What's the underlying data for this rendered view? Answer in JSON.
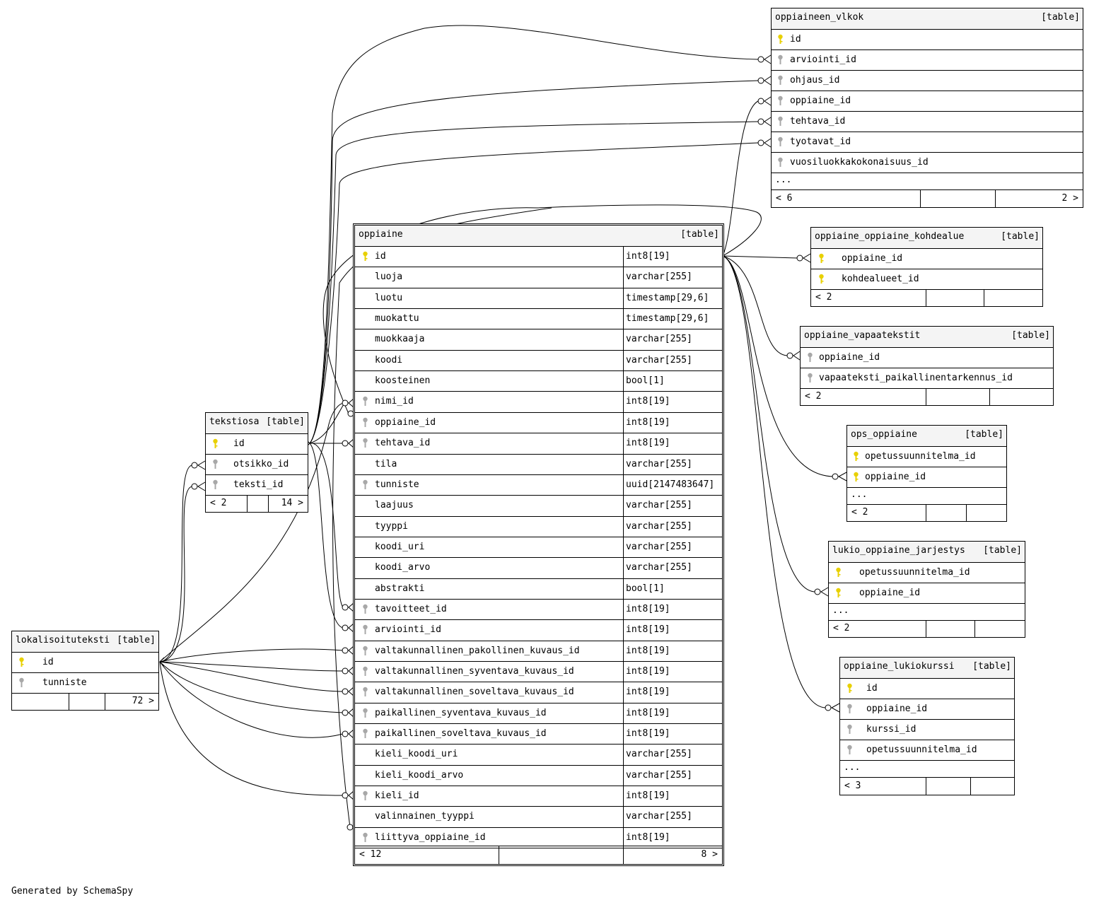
{
  "generated_by": "Generated by SchemaSpy",
  "key_colors": {
    "primary": "#e8d000",
    "foreign": "#a8a8a8"
  },
  "tables": {
    "oppiaineen_vlkok": {
      "name": "oppiaineen_vlkok",
      "tag": "[table]",
      "columns": [
        {
          "name": "id",
          "key": "pk"
        },
        {
          "name": "arviointi_id",
          "key": "fk"
        },
        {
          "name": "ohjaus_id",
          "key": "fk"
        },
        {
          "name": "oppiaine_id",
          "key": "fk"
        },
        {
          "name": "tehtava_id",
          "key": "fk"
        },
        {
          "name": "tyotavat_id",
          "key": "fk"
        },
        {
          "name": "vuosiluokkakokonaisuus_id",
          "key": "fk"
        }
      ],
      "more": "...",
      "footer_left": "< 6",
      "footer_right": "2 >"
    },
    "oppiaine": {
      "name": "oppiaine",
      "tag": "[table]",
      "columns": [
        {
          "name": "id",
          "type": "int8[19]",
          "key": "pk"
        },
        {
          "name": "luoja",
          "type": "varchar[255]",
          "key": ""
        },
        {
          "name": "luotu",
          "type": "timestamp[29,6]",
          "key": ""
        },
        {
          "name": "muokattu",
          "type": "timestamp[29,6]",
          "key": ""
        },
        {
          "name": "muokkaaja",
          "type": "varchar[255]",
          "key": ""
        },
        {
          "name": "koodi",
          "type": "varchar[255]",
          "key": ""
        },
        {
          "name": "koosteinen",
          "type": "bool[1]",
          "key": ""
        },
        {
          "name": "nimi_id",
          "type": "int8[19]",
          "key": "fk"
        },
        {
          "name": "oppiaine_id",
          "type": "int8[19]",
          "key": "fk"
        },
        {
          "name": "tehtava_id",
          "type": "int8[19]",
          "key": "fk"
        },
        {
          "name": "tila",
          "type": "varchar[255]",
          "key": ""
        },
        {
          "name": "tunniste",
          "type": "uuid[2147483647]",
          "key": "fk"
        },
        {
          "name": "laajuus",
          "type": "varchar[255]",
          "key": ""
        },
        {
          "name": "tyyppi",
          "type": "varchar[255]",
          "key": ""
        },
        {
          "name": "koodi_uri",
          "type": "varchar[255]",
          "key": ""
        },
        {
          "name": "koodi_arvo",
          "type": "varchar[255]",
          "key": ""
        },
        {
          "name": "abstrakti",
          "type": "bool[1]",
          "key": ""
        },
        {
          "name": "tavoitteet_id",
          "type": "int8[19]",
          "key": "fk"
        },
        {
          "name": "arviointi_id",
          "type": "int8[19]",
          "key": "fk"
        },
        {
          "name": "valtakunnallinen_pakollinen_kuvaus_id",
          "type": "int8[19]",
          "key": "fk"
        },
        {
          "name": "valtakunnallinen_syventava_kuvaus_id",
          "type": "int8[19]",
          "key": "fk"
        },
        {
          "name": "valtakunnallinen_soveltava_kuvaus_id",
          "type": "int8[19]",
          "key": "fk"
        },
        {
          "name": "paikallinen_syventava_kuvaus_id",
          "type": "int8[19]",
          "key": "fk"
        },
        {
          "name": "paikallinen_soveltava_kuvaus_id",
          "type": "int8[19]",
          "key": "fk"
        },
        {
          "name": "kieli_koodi_uri",
          "type": "varchar[255]",
          "key": ""
        },
        {
          "name": "kieli_koodi_arvo",
          "type": "varchar[255]",
          "key": ""
        },
        {
          "name": "kieli_id",
          "type": "int8[19]",
          "key": "fk"
        },
        {
          "name": "valinnainen_tyyppi",
          "type": "varchar[255]",
          "key": ""
        },
        {
          "name": "liittyva_oppiaine_id",
          "type": "int8[19]",
          "key": "fk"
        }
      ],
      "footer_left": "< 12",
      "footer_right": "8 >"
    },
    "oppiaine_oppiaine_kohdealue": {
      "name": "oppiaine_oppiaine_kohdealue",
      "tag": "[table]",
      "columns": [
        {
          "name": "oppiaine_id",
          "key": "pk"
        },
        {
          "name": "kohdealueet_id",
          "key": "pk"
        }
      ],
      "footer_left": "< 2"
    },
    "oppiaine_vapaatekstit": {
      "name": "oppiaine_vapaatekstit",
      "tag": "[table]",
      "columns": [
        {
          "name": "oppiaine_id",
          "key": "fk"
        },
        {
          "name": "vapaateksti_paikallinentarkennus_id",
          "key": "fk"
        }
      ],
      "footer_left": "< 2"
    },
    "ops_oppiaine": {
      "name": "ops_oppiaine",
      "tag": "[table]",
      "columns": [
        {
          "name": "opetussuunnitelma_id",
          "key": "pk"
        },
        {
          "name": "oppiaine_id",
          "key": "pk"
        }
      ],
      "more": "...",
      "footer_left": "< 2"
    },
    "lukio_oppiaine_jarjestys": {
      "name": "lukio_oppiaine_jarjestys",
      "tag": "[table]",
      "columns": [
        {
          "name": "opetussuunnitelma_id",
          "key": "pk"
        },
        {
          "name": "oppiaine_id",
          "key": "pk"
        }
      ],
      "more": "...",
      "footer_left": "< 2"
    },
    "oppiaine_lukiokurssi": {
      "name": "oppiaine_lukiokurssi",
      "tag": "[table]",
      "columns": [
        {
          "name": "id",
          "key": "pk"
        },
        {
          "name": "oppiaine_id",
          "key": "fk"
        },
        {
          "name": "kurssi_id",
          "key": "fk"
        },
        {
          "name": "opetussuunnitelma_id",
          "key": "fk"
        }
      ],
      "more": "...",
      "footer_left": "< 3"
    },
    "tekstiosa": {
      "name": "tekstiosa",
      "tag": "[table]",
      "columns": [
        {
          "name": "id",
          "key": "pk"
        },
        {
          "name": "otsikko_id",
          "key": "fk"
        },
        {
          "name": "teksti_id",
          "key": "fk"
        }
      ],
      "footer_left": "< 2",
      "footer_right": "14 >"
    },
    "lokalisoituteksti": {
      "name": "lokalisoituteksti",
      "tag": "[table]",
      "columns": [
        {
          "name": "id",
          "key": "pk"
        },
        {
          "name": "tunniste",
          "key": "fk"
        }
      ],
      "footer_right": "72 >"
    }
  }
}
